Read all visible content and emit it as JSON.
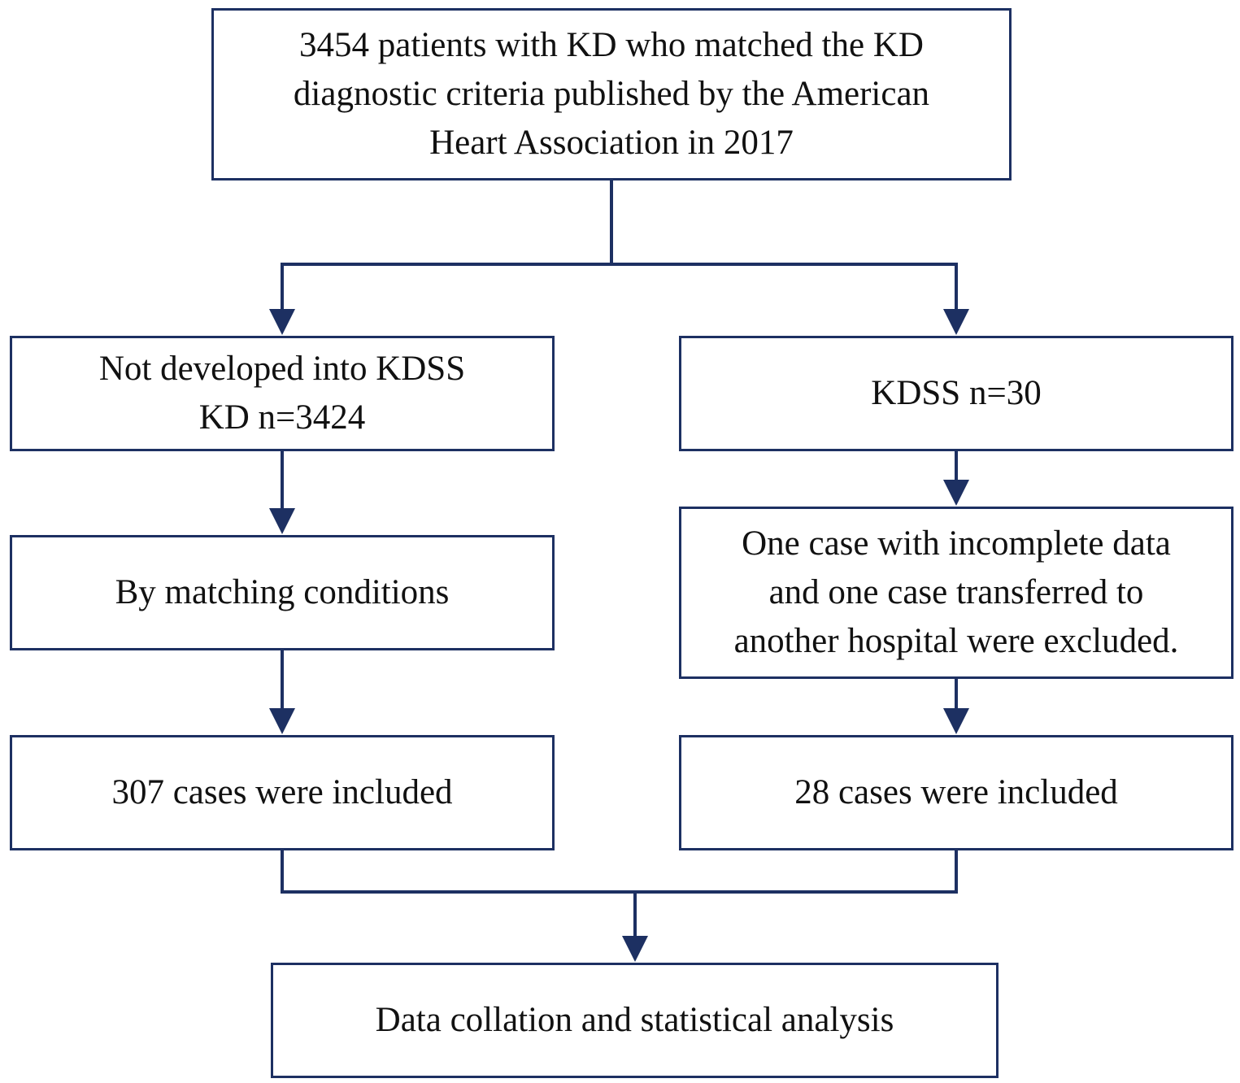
{
  "colors": {
    "line": "#1d3062",
    "text": "#111111",
    "background": "#ffffff"
  },
  "nodes": {
    "top": "3454 patients with KD who matched the KD\ndiagnostic criteria published by the American\nHeart Association in 2017",
    "left_1": "Not developed into KDSS\nKD n=3424",
    "right_1": "KDSS n=30",
    "left_2": "By matching conditions",
    "right_2": "One case with incomplete data\nand one case transferred to\nanother hospital were excluded.",
    "left_3": "307 cases were included",
    "right_3": "28 cases were included",
    "bottom": "Data collation and statistical analysis"
  }
}
